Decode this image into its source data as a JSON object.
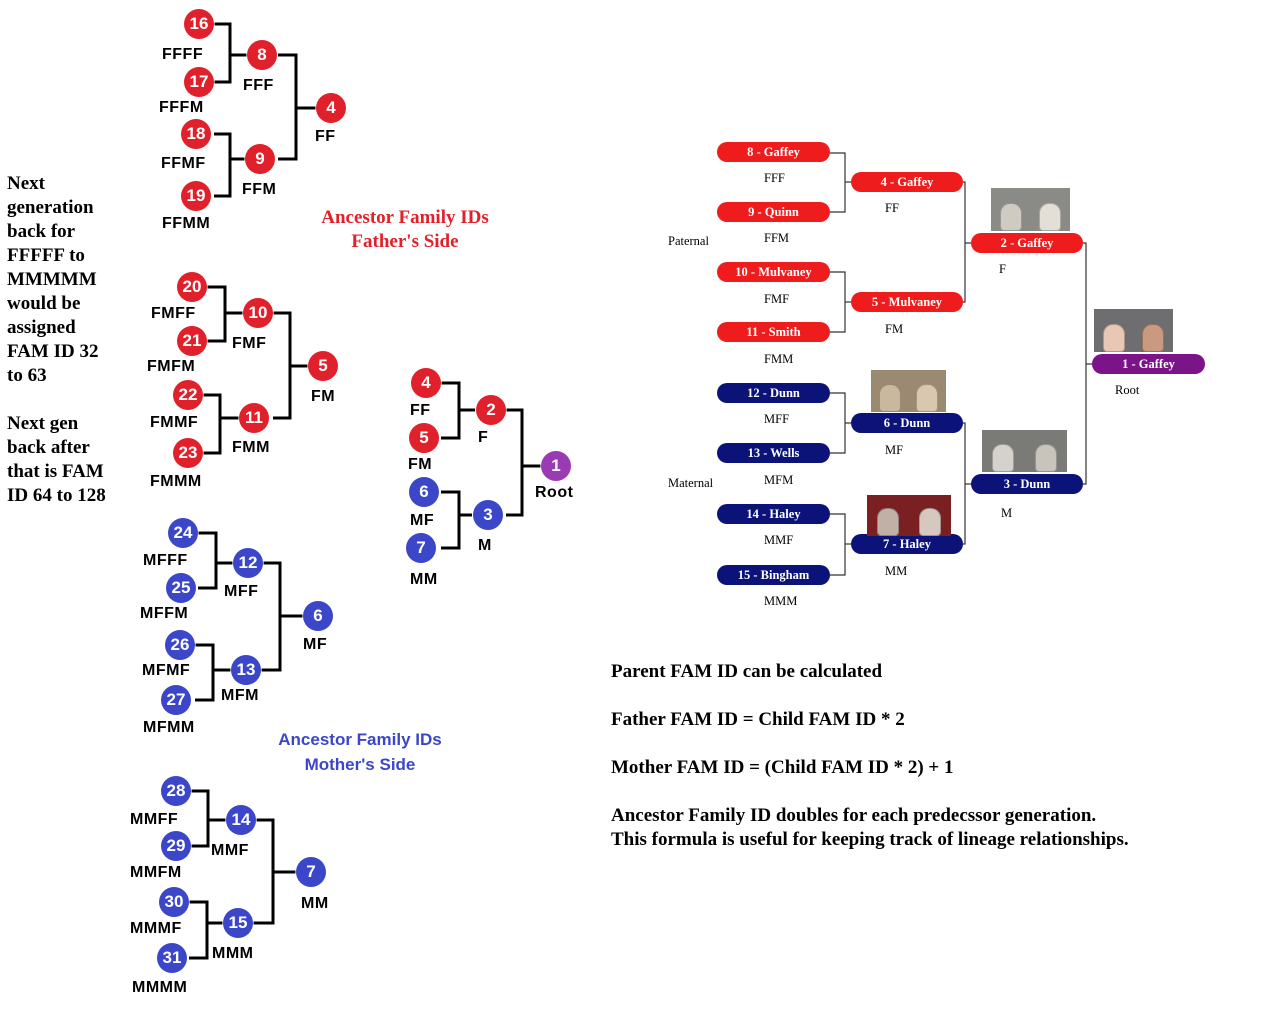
{
  "left_note": {
    "line1": "Next generation back for FFFFF to MMMMM would be assigned FAM ID 32 to 63",
    "line2": "Next gen back after that is FAM ID 64 to 128"
  },
  "fathers_side_caption": {
    "line1": "Ancestor Family IDs",
    "line2": "Father's Side"
  },
  "mothers_side_caption": {
    "line1": "Ancestor Family IDs",
    "line2": "Mother's Side"
  },
  "ids": {
    "n1": "1",
    "n2": "2",
    "n3": "3",
    "n4": "4",
    "n4b": "4",
    "n5": "5",
    "n5b": "5",
    "n6": "6",
    "n6b": "6",
    "n7": "7",
    "n7b": "7",
    "n8": "8",
    "n9": "9",
    "n10": "10",
    "n11": "11",
    "n12": "12",
    "n13": "13",
    "n14": "14",
    "n15": "15",
    "n16": "16",
    "n17": "17",
    "n18": "18",
    "n19": "19",
    "n20": "20",
    "n21": "21",
    "n22": "22",
    "n23": "23",
    "n24": "24",
    "n25": "25",
    "n26": "26",
    "n27": "27",
    "n28": "28",
    "n29": "29",
    "n30": "30",
    "n31": "31"
  },
  "codes": {
    "FFFF": "FFFF",
    "FFFM": "FFFM",
    "FFF": "FFF",
    "FF": "FF",
    "FFMF": "FFMF",
    "FFMM": "FFMM",
    "FFM": "FFM",
    "FMFF": "FMFF",
    "FMFM": "FMFM",
    "FMF": "FMF",
    "FM": "FM",
    "FMMF": "FMMF",
    "FMMM": "FMMM",
    "FMM": "FMM",
    "MFFF": "MFFF",
    "MFFM": "MFFM",
    "MFF": "MFF",
    "MF": "MF",
    "MFMF": "MFMF",
    "MFMM": "MFMM",
    "MFM": "MFM",
    "MMFF": "MMFF",
    "MMFM": "MMFM",
    "MMF": "MMF",
    "MM": "MM",
    "MMMF": "MMMF",
    "MMMM": "MMMM",
    "MMM": "MMM",
    "c_FF": "FF",
    "c_FM": "FM",
    "c_F": "F",
    "c_Root": "Root",
    "c_MF": "MF",
    "c_MM": "MM",
    "c_M": "M"
  },
  "tree": {
    "paternal_label": "Paternal",
    "maternal_label": "Maternal",
    "people": {
      "p8": "8 - Gaffey",
      "p9": "9 - Quinn",
      "p10": "10 - Mulvaney",
      "p11": "11 - Smith",
      "p12": "12 - Dunn",
      "p13": "13 - Wells",
      "p14": "14 - Haley",
      "p15": "15 - Bingham",
      "p4": "4 - Gaffey",
      "p5": "5 - Mulvaney",
      "p6": "6 - Dunn",
      "p7": "7 - Haley",
      "p2": "2 - Gaffey",
      "p3": "3 - Dunn",
      "p1": "1 - Gaffey"
    },
    "codes": {
      "s8": "FFF",
      "s9": "FFM",
      "s10": "FMF",
      "s11": "FMM",
      "s12": "MFF",
      "s13": "MFM",
      "s14": "MMF",
      "s15": "MMM",
      "s4": "FF",
      "s5": "FM",
      "s6": "MF",
      "s7": "MM",
      "s2": "F",
      "s3": "M",
      "s1": "Root"
    }
  },
  "formula": {
    "line1": "Parent FAM ID can be calculated",
    "line2": "Father FAM ID = Child FAM ID * 2",
    "line3": "Mother FAM ID = (Child FAM ID * 2) + 1",
    "line4": "Ancestor Family ID doubles for each predecssor generation.",
    "line5": "This formula is useful for keeping track of lineage relationships."
  },
  "colors": {
    "paternal": "#e0202a",
    "maternal": "#3b46c9",
    "root": "#9b3bb3",
    "navy": "#0c1378"
  }
}
